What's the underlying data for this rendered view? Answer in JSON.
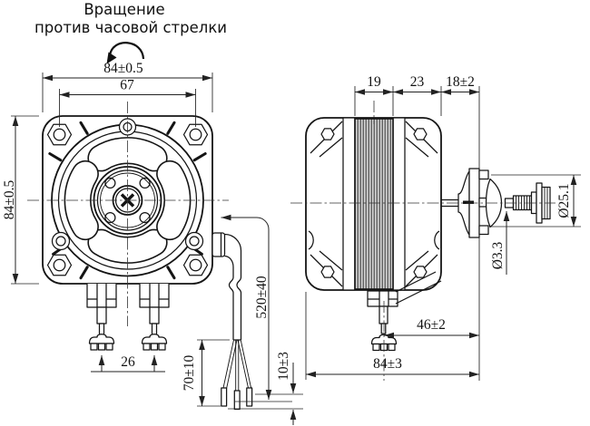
{
  "drawing": {
    "title_line1": "Вращение",
    "title_line2": "против часовой стрелки",
    "front_view": {
      "width": "84±0.5",
      "bolt_spacing": "67",
      "height": "84±0.5",
      "stud_spacing": "26",
      "wire_length": "70±10",
      "cable_length": "520±40",
      "strip_length": "10±3"
    },
    "side_view": {
      "stack_length": "19",
      "housing_length": "23",
      "shaft_length": "18±2",
      "hub_diameter": "Ø25.1",
      "screw_diameter": "Ø3.3",
      "stud_to_flange": "46±2",
      "total_length": "84±3"
    }
  }
}
